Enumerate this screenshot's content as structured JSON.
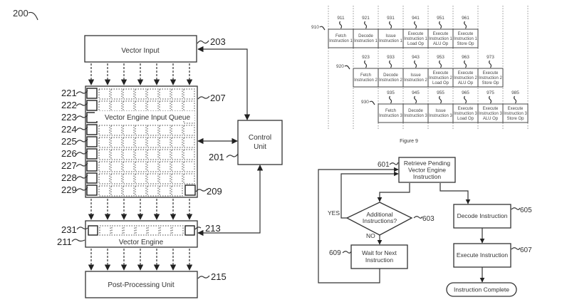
{
  "figure_left": {
    "ref_label": "200",
    "vector_input": {
      "label": "Vector Input",
      "ref": "203"
    },
    "input_queue": {
      "label": "Vector Engine Input Queue",
      "ref": "207",
      "row_refs": [
        "221",
        "222",
        "223",
        "224",
        "225",
        "226",
        "227",
        "228",
        "229"
      ],
      "corner_ref": "209"
    },
    "control_unit": {
      "label_line1": "Control",
      "label_line2": "Unit",
      "ref": "201"
    },
    "vector_engine": {
      "label": "Vector Engine",
      "ref": "211",
      "left_cell_ref": "231",
      "right_cell_ref": "213"
    },
    "post_processing": {
      "label": "Post-Processing Unit",
      "ref": "215"
    }
  },
  "figure_9": {
    "caption": "Figure 9",
    "rows": [
      {
        "ref": "910",
        "cells": [
          {
            "ref": "911",
            "lines": [
              "Fetch",
              "Instruction 1"
            ]
          },
          {
            "ref": "921",
            "lines": [
              "Decode",
              "Instruction 1"
            ]
          },
          {
            "ref": "931",
            "lines": [
              "Issue",
              "Instruction 1"
            ]
          },
          {
            "ref": "941",
            "lines": [
              "Execute",
              "Instruction 1",
              "Load Op"
            ]
          },
          {
            "ref": "951",
            "lines": [
              "Execute",
              "Instruction 1",
              "ALU Op"
            ]
          },
          {
            "ref": "961",
            "lines": [
              "Execute",
              "Instruction 1",
              "Store Op"
            ]
          }
        ]
      },
      {
        "ref": "920",
        "cells": [
          {
            "ref": "923",
            "lines": [
              "Fetch",
              "Instruction 2"
            ]
          },
          {
            "ref": "933",
            "lines": [
              "Decode",
              "Instruction 2"
            ]
          },
          {
            "ref": "943",
            "lines": [
              "Issue",
              "Instruction 2"
            ]
          },
          {
            "ref": "953",
            "lines": [
              "Execute",
              "Instruction 2",
              "Load Op"
            ]
          },
          {
            "ref": "963",
            "lines": [
              "Execute",
              "Instruction 2",
              "ALU Op"
            ]
          },
          {
            "ref": "973",
            "lines": [
              "Execute",
              "Instruction 2",
              "Store Op"
            ]
          }
        ]
      },
      {
        "ref": "930",
        "cells": [
          {
            "ref": "935",
            "lines": [
              "Fetch",
              "Instruction 3"
            ]
          },
          {
            "ref": "945",
            "lines": [
              "Decode",
              "Instruction 3"
            ]
          },
          {
            "ref": "955",
            "lines": [
              "Issue",
              "Instruction 3"
            ]
          },
          {
            "ref": "965",
            "lines": [
              "Execute",
              "Instruction 3",
              "Load Op"
            ]
          },
          {
            "ref": "975",
            "lines": [
              "Execute",
              "Instruction 3",
              "ALU Op"
            ]
          },
          {
            "ref": "985",
            "lines": [
              "Execute",
              "Instruction 3",
              "Store Op"
            ]
          }
        ]
      }
    ]
  },
  "flowchart": {
    "retrieve": {
      "lines": [
        "Retrieve Pending",
        "Vector Engine",
        "Instruction"
      ],
      "ref": "601"
    },
    "decision": {
      "lines": [
        "Additional",
        "Instructions?"
      ],
      "ref": "603",
      "yes_label": "YES",
      "no_label": "NO"
    },
    "decode": {
      "label": "Decode Instruction",
      "ref": "605"
    },
    "execute": {
      "label": "Execute Instruction",
      "ref": "607"
    },
    "wait": {
      "lines": [
        "Wait for Next",
        "Instruction"
      ],
      "ref": "609"
    },
    "complete": {
      "label": "Instruction Complete"
    }
  }
}
